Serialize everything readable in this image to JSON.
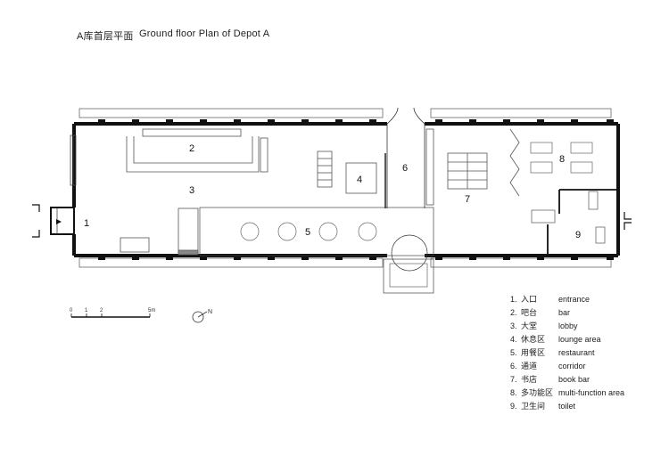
{
  "title": {
    "chinese": "A库首层平面",
    "english": "Ground floor Plan of Depot A"
  },
  "rooms": [
    {
      "num": "1"
    },
    {
      "num": "2"
    },
    {
      "num": "3"
    },
    {
      "num": "4"
    },
    {
      "num": "5"
    },
    {
      "num": "6"
    },
    {
      "num": "7"
    },
    {
      "num": "8"
    },
    {
      "num": "9"
    }
  ],
  "legend": [
    {
      "num": "1.",
      "cn": "入口",
      "en": "entrance"
    },
    {
      "num": "2.",
      "cn": "吧台",
      "en": "bar"
    },
    {
      "num": "3.",
      "cn": "大堂",
      "en": "lobby"
    },
    {
      "num": "4.",
      "cn": "休息区",
      "en": "lounge area"
    },
    {
      "num": "5.",
      "cn": "用餐区",
      "en": "restaurant"
    },
    {
      "num": "6.",
      "cn": "通道",
      "en": "corridor"
    },
    {
      "num": "7.",
      "cn": "书店",
      "en": "book bar"
    },
    {
      "num": "8.",
      "cn": "多功能区",
      "en": "multi-function area"
    },
    {
      "num": "9.",
      "cn": "卫生间",
      "en": "toilet"
    }
  ],
  "scale_bar": {
    "labels": [
      "0",
      "1",
      "2",
      "5m"
    ]
  },
  "north_arrow": {
    "label": "N",
    "icon": "north-arrow-icon"
  },
  "colors": {
    "wall": "#111111",
    "line": "#555555"
  }
}
